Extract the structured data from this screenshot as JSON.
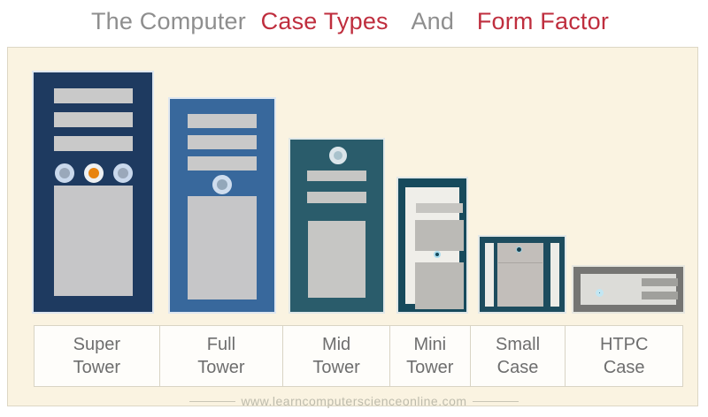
{
  "title": {
    "part1": "The Computer",
    "part2": "Case Types",
    "part3": "And",
    "part4": "Form Factor"
  },
  "cases": [
    {
      "id": "super-tower",
      "label_line1": "Super",
      "label_line2": "Tower"
    },
    {
      "id": "full-tower",
      "label_line1": "Full",
      "label_line2": "Tower"
    },
    {
      "id": "mid-tower",
      "label_line1": "Mid",
      "label_line2": "Tower"
    },
    {
      "id": "mini-tower",
      "label_line1": "Mini",
      "label_line2": "Tower"
    },
    {
      "id": "small-case",
      "label_line1": "Small",
      "label_line2": "Case"
    },
    {
      "id": "htpc-case",
      "label_line1": "HTPC",
      "label_line2": "Case"
    }
  ],
  "watermark": "www.learncomputerscienceonline.com",
  "colors": {
    "title_gray": "#8e8e8e",
    "title_red": "#bf2e3e",
    "panel_bg": "#faf3e1",
    "super_tower_navy": "#1e3a60",
    "full_tower_blue": "#38689c",
    "mid_tower_teal": "#2a5c6b",
    "mini_tower_teal": "#174a5c",
    "small_case_teal": "#1d4c5e",
    "htpc_gray": "#757573",
    "drive_bay_gray": "#c9c9c9",
    "power_button_orange": "#e8830e",
    "button_ring_light_blue": "#c9d8ec"
  }
}
